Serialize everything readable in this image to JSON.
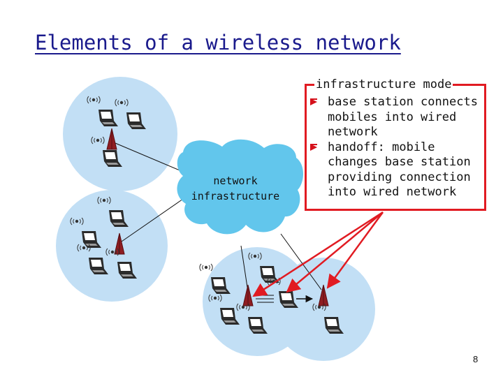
{
  "slide": {
    "title": "Elements of a wireless network",
    "page_number": "8"
  },
  "diagram": {
    "network_label": [
      "network",
      "infrastructure"
    ],
    "callout": {
      "heading": "infrastructure mode",
      "bullets": [
        "base station connects mobiles into wired network",
        "handoff: mobile changes base station providing connection into wired network"
      ]
    },
    "colors": {
      "cell": "#c2dff5",
      "cloud": "#62c6ec",
      "base_station": "#8f1d22",
      "arrow": "#e11b22",
      "callout_border": "#e11b22",
      "title": "#1a1a8c"
    }
  }
}
